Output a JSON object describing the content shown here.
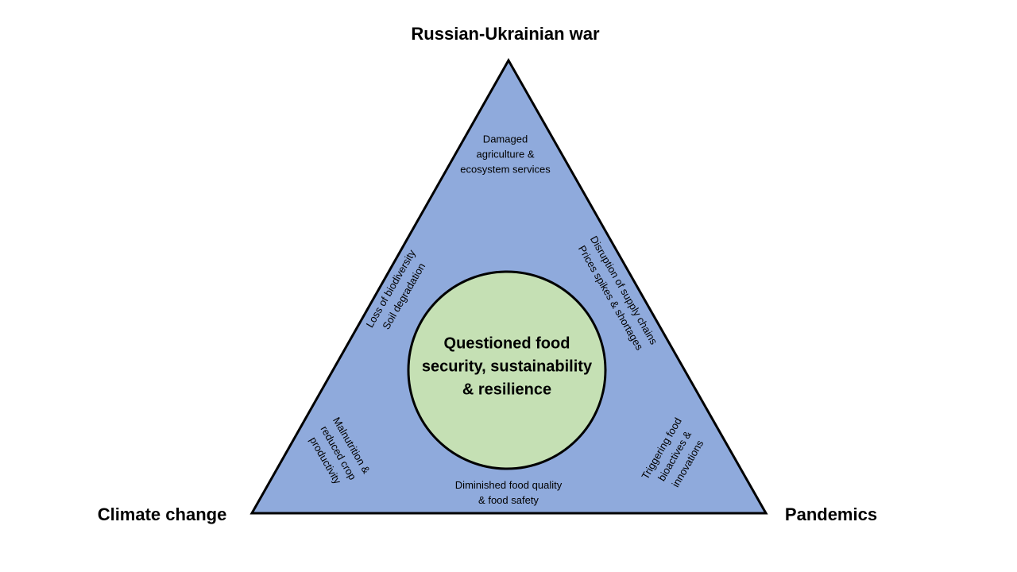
{
  "vertices": {
    "top": "Russian-Ukrainian war",
    "left": "Climate change",
    "right": "Pandemics"
  },
  "center": {
    "lines": [
      "Questioned food",
      "security, sustainability",
      "& resilience"
    ]
  },
  "effects": {
    "top": [
      "Damaged",
      "agriculture &",
      "ecosystem services"
    ],
    "left_edge": [
      "Loss of biodiversity",
      "Soil degradation"
    ],
    "right_edge": [
      "Disruption of supply chains",
      "Prices spikes & shortages"
    ],
    "bottom_left": [
      "Malnutrition &",
      "reduced crop",
      "productivity"
    ],
    "bottom_right": [
      "Triggering food",
      "bioactives &",
      "innovations"
    ],
    "bottom": [
      "Diminished food quality",
      "& food safety"
    ]
  },
  "colors": {
    "triangle_fill": "#8faadc",
    "circle_fill": "#c5e0b4",
    "stroke": "#000000"
  }
}
